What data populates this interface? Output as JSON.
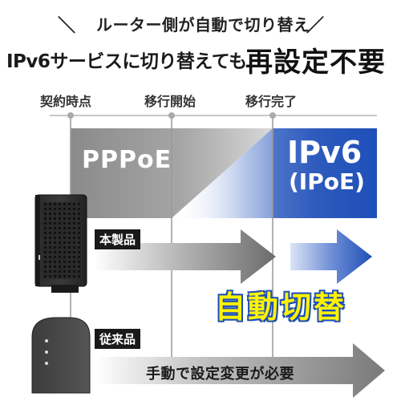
{
  "header": {
    "slash_left": "＼",
    "tagline": "ルーター側が自動で切り替え",
    "slash_right": "／",
    "headline_main": "IPv6サービスに切り替えても",
    "headline_emphasis": "再設定不要"
  },
  "timeline": {
    "labels": [
      "契約時点",
      "移行開始",
      "移行完了"
    ]
  },
  "phases": {
    "pppoe": "PPPoE",
    "ipv6": "IPv6",
    "ipoe": "(IPoE)"
  },
  "products": {
    "this_product": "本製品",
    "legacy_product": "従来品",
    "auto_switch": "自動切替",
    "manual_note": "手動で設定変更が必要"
  },
  "colors": {
    "accent_blue": "#1f50b8",
    "highlight_yellow": "#fff200",
    "label_bg": "#1a1a1a",
    "gray_band": "#8e8e8e"
  }
}
